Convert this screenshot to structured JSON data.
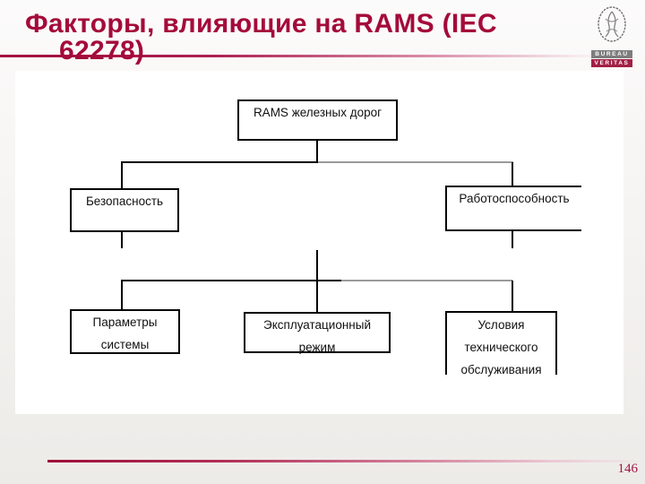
{
  "slide": {
    "title_line1": "Факторы, влияющие на RAMS (IEC",
    "title_line2": "62278)",
    "page_number": "146",
    "accent_color": "#a40b3a",
    "line_color": "#000000",
    "line_color_faded": "#9a9a9a"
  },
  "logo": {
    "word1": "BUREAU",
    "word2": "VERITAS"
  },
  "diagram": {
    "nodes": {
      "root": {
        "label": "RAMS железных дорог"
      },
      "safety": {
        "label": "Безопасность"
      },
      "operability": {
        "label": "Работоспособность"
      },
      "system_params": {
        "label": "Параметры системы"
      },
      "operating_mode": {
        "label": "Эксплуатационный режим"
      },
      "maintenance": {
        "label": "Условия технического обслуживания"
      }
    },
    "hierarchy": [
      {
        "parent": "RAMS железных дорог",
        "children": [
          "Безопасность",
          "Работоспособность"
        ]
      },
      {
        "parent": "RAMS железных дорог",
        "children": [
          "Параметры системы",
          "Эксплуатационный режим",
          "Условия технического обслуживания"
        ]
      }
    ]
  }
}
